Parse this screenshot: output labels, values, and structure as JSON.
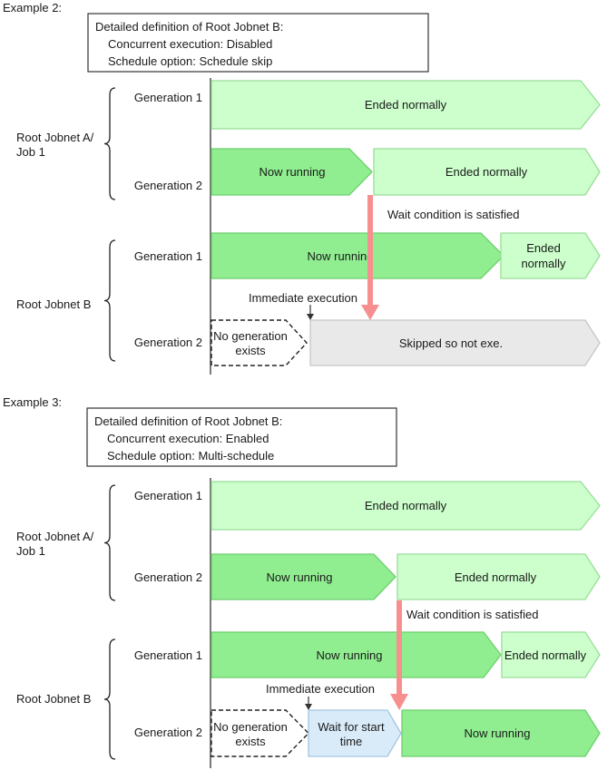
{
  "colors": {
    "light_green": "#ccffcc",
    "light_green_border": "#99dd99",
    "green": "#90ee90",
    "green_border": "#6ecf6e",
    "gray": "#e9e9e9",
    "gray_border": "#c6c6c6",
    "blue": "#d9ebf9",
    "blue_border": "#a3c6e0",
    "pink_arrow": "#f78f8f"
  },
  "example2": {
    "title": "Example 2:",
    "definition_box": [
      "Detailed definition of Root Jobnet B:",
      "Concurrent execution: Disabled",
      "Schedule option: Schedule skip"
    ],
    "root_jobnet_a_label": [
      "Root Jobnet A/",
      "Job 1"
    ],
    "root_jobnet_b_label": "Root Jobnet B",
    "gen_labels": {
      "a1": "Generation 1",
      "a2": "Generation 2",
      "b1": "Generation 1",
      "b2": "Generation 2"
    },
    "bars": {
      "a1": "Ended normally",
      "a2_running": "Now running",
      "a2_ended": "Ended normally",
      "b1_running": "Now running",
      "b1_ended": [
        "Ended",
        "normally"
      ],
      "b2_nogen": [
        "No generation",
        "exists"
      ],
      "b2_skipped": "Skipped so not exe."
    },
    "annotations": {
      "wait_condition": "Wait condition is satisfied",
      "immediate_execution": "Immediate execution"
    }
  },
  "example3": {
    "title": "Example 3:",
    "definition_box": [
      "Detailed definition of Root Jobnet B:",
      "Concurrent execution: Enabled",
      "Schedule option: Multi-schedule"
    ],
    "root_jobnet_a_label": [
      "Root Jobnet A/",
      "Job 1"
    ],
    "root_jobnet_b_label": "Root Jobnet B",
    "gen_labels": {
      "a1": "Generation 1",
      "a2": "Generation 2",
      "b1": "Generation 1",
      "b2": "Generation 2"
    },
    "bars": {
      "a1": "Ended normally",
      "a2_running": "Now running",
      "a2_ended": "Ended normally",
      "b1_running": "Now running",
      "b1_ended": "Ended normally",
      "b2_nogen": [
        "No generation",
        "exists"
      ],
      "b2_wait": [
        "Wait for start",
        "time"
      ],
      "b2_running": "Now running"
    },
    "annotations": {
      "wait_condition": "Wait condition is satisfied",
      "immediate_execution": "Immediate execution"
    }
  }
}
